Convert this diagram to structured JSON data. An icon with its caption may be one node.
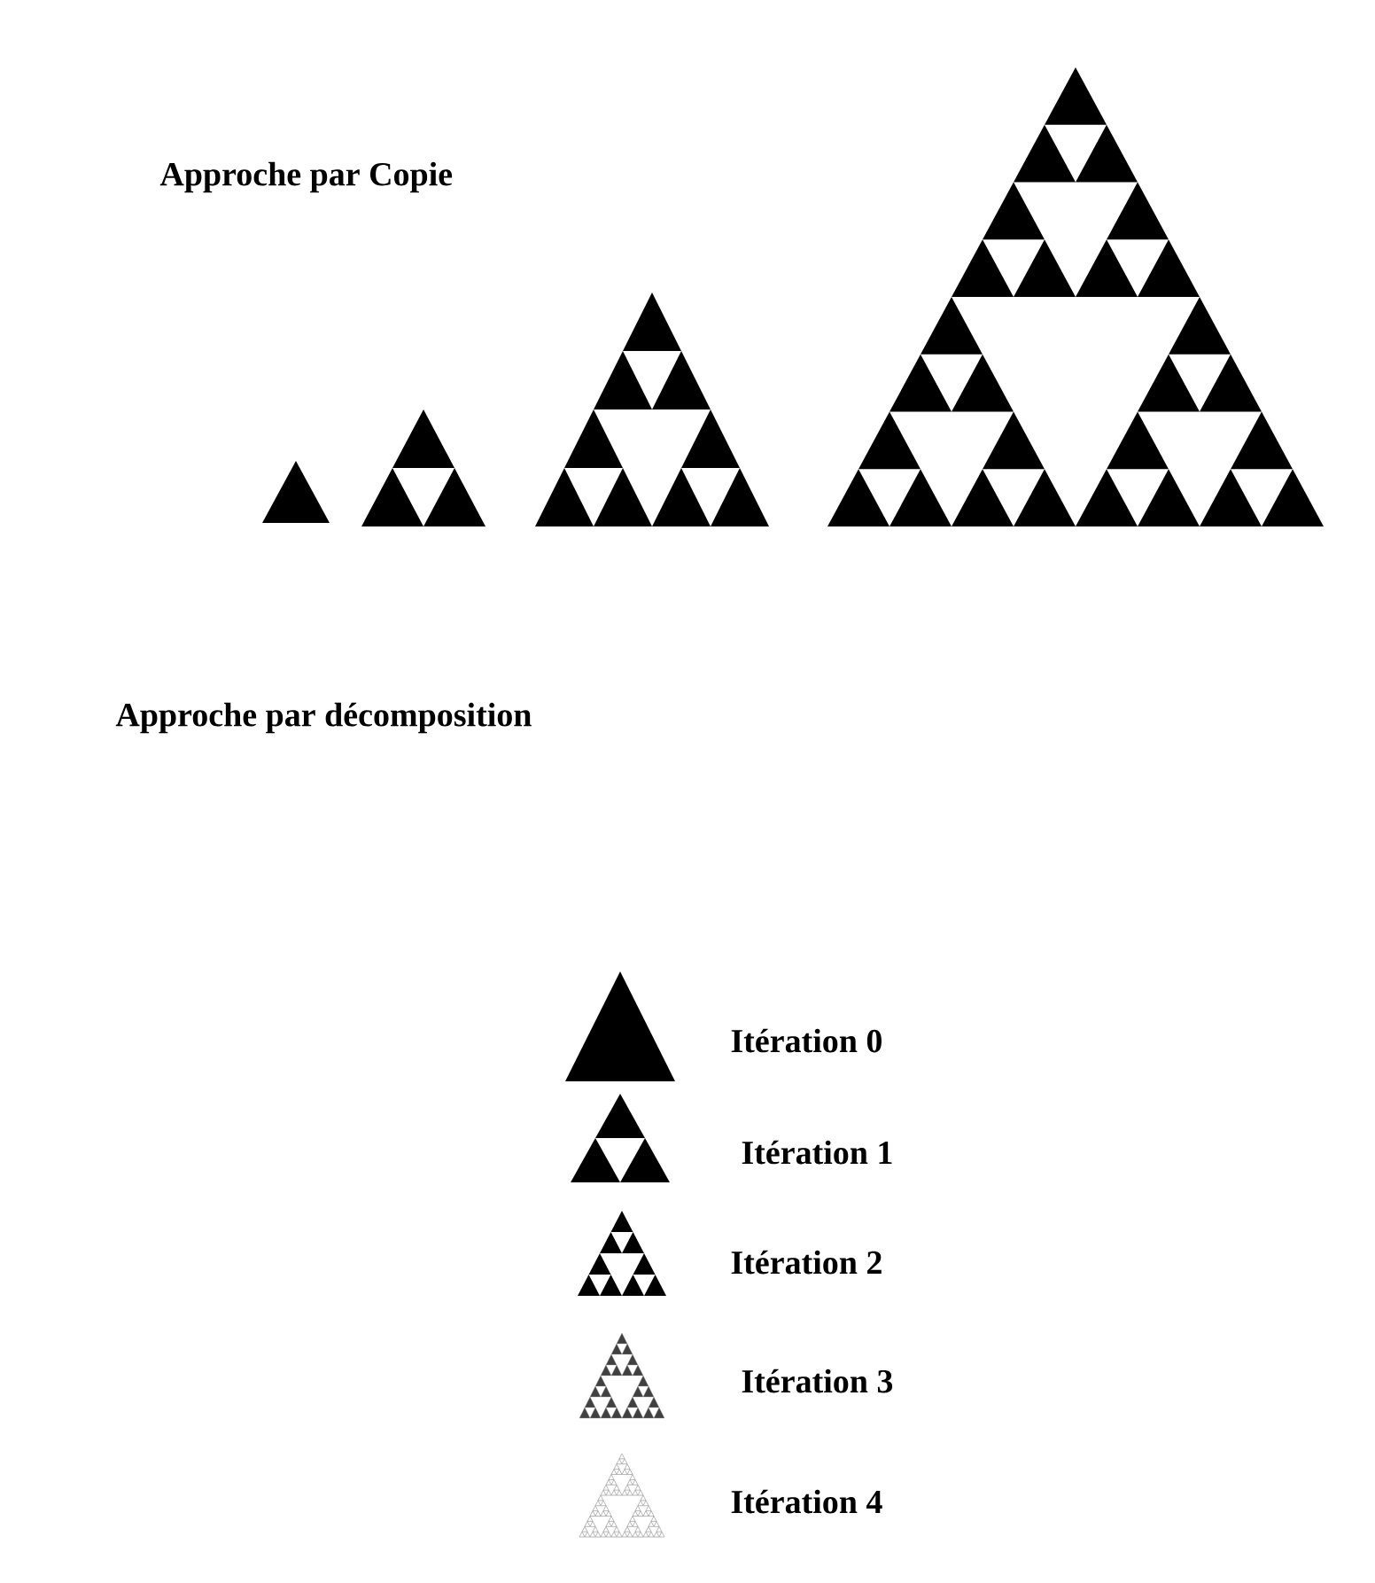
{
  "diagram": {
    "labels": [
      "Approche par Copie",
      "Approche par décomposition",
      "Itération 0",
      "Itération 1",
      "Itération 2",
      "Itération 3",
      "Itération 4"
    ]
  }
}
